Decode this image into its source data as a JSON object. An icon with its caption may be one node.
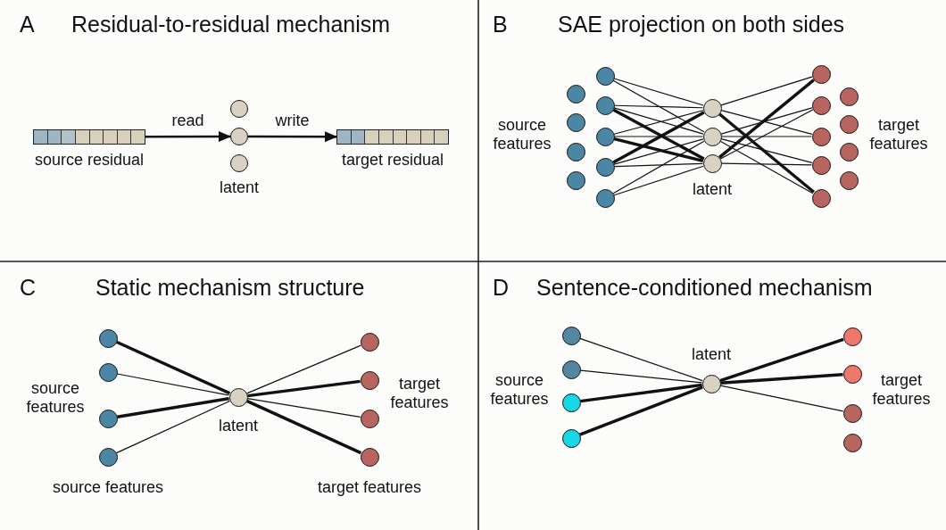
{
  "diagram": {
    "nodes": [
      {
        "text": [
          "A",
          "Residual-to-residual mechanism"
        ]
      },
      {
        "text": [],
        "shape": "bar",
        "beside": [
          "source residual"
        ],
        "in": 0
      },
      {
        "text": [],
        "shape": "circle",
        "in": 0
      },
      {
        "text": [],
        "shape": "circle",
        "in": 0
      },
      {
        "text": [],
        "shape": "circle",
        "in": 0
      },
      {
        "text": [],
        "shape": "bar",
        "beside": [
          "target residual"
        ],
        "in": 0
      },
      {
        "text": [
          "B",
          "SAE projection on both sides"
        ]
      },
      {
        "text": [],
        "shape": "circle",
        "in": 6
      },
      {
        "text": [],
        "shape": "circle",
        "in": 6
      },
      {
        "text": [],
        "shape": "circle",
        "in": 6
      },
      {
        "text": [],
        "shape": "circle",
        "in": 6
      },
      {
        "text": [],
        "shape": "circle",
        "in": 6
      },
      {
        "text": [],
        "shape": "circle",
        "in": 6
      },
      {
        "text": [],
        "shape": "circle",
        "in": 6
      },
      {
        "text": [],
        "shape": "circle",
        "in": 6
      },
      {
        "text": [],
        "shape": "circle",
        "in": 6
      },
      {
        "text": [],
        "shape": "circle",
        "in": 6
      },
      {
        "text": [],
        "shape": "circle",
        "in": 6
      },
      {
        "text": [],
        "shape": "circle",
        "in": 6
      },
      {
        "text": [],
        "shape": "circle",
        "in": 6
      },
      {
        "text": [],
        "shape": "circle",
        "in": 6
      },
      {
        "text": [],
        "shape": "circle",
        "in": 6
      },
      {
        "text": [],
        "shape": "circle",
        "in": 6
      },
      {
        "text": [],
        "shape": "circle",
        "in": 6
      },
      {
        "text": [],
        "shape": "circle",
        "in": 6
      },
      {
        "text": [],
        "shape": "circle",
        "in": 6
      },
      {
        "text": [],
        "shape": "circle",
        "in": 6
      },
      {
        "text": [],
        "shape": "circle",
        "in": 6
      },
      {
        "text": [
          "C",
          "Static mechanism structure"
        ]
      },
      {
        "text": [],
        "shape": "circle",
        "in": 28
      },
      {
        "text": [],
        "shape": "circle",
        "in": 28
      },
      {
        "text": [],
        "shape": "circle",
        "in": 28
      },
      {
        "text": [],
        "shape": "circle",
        "in": 28
      },
      {
        "text": [],
        "shape": "circle",
        "beside": [
          "latent"
        ],
        "in": 28
      },
      {
        "text": [],
        "shape": "circle",
        "in": 28
      },
      {
        "text": [],
        "shape": "circle",
        "in": 28
      },
      {
        "text": [],
        "shape": "circle",
        "in": 28
      },
      {
        "text": [],
        "shape": "circle",
        "in": 28
      },
      {
        "text": [
          "D",
          "Sentence-conditioned mechanism"
        ]
      },
      {
        "text": [],
        "shape": "circle",
        "in": 38
      },
      {
        "text": [],
        "shape": "circle",
        "in": 38
      },
      {
        "text": [],
        "shape": "circle",
        "in": 38
      },
      {
        "text": [],
        "shape": "circle",
        "in": 38
      },
      {
        "text": [],
        "shape": "circle",
        "beside": [
          "latent"
        ],
        "in": 38
      },
      {
        "text": [],
        "shape": "circle",
        "in": 38
      },
      {
        "text": [],
        "shape": "circle",
        "in": 38
      },
      {
        "text": [],
        "shape": "circle",
        "in": 38
      },
      {
        "text": [],
        "shape": "circle",
        "in": 38
      }
    ],
    "edges": [
      {
        "from": 1,
        "to": 3,
        "arrow": "to",
        "label": "read"
      },
      {
        "from": 3,
        "to": 5,
        "arrow": "to",
        "label": "write"
      },
      {
        "from": 11,
        "to": 16,
        "arrow": "none"
      },
      {
        "from": 11,
        "to": 17,
        "arrow": "none"
      },
      {
        "from": 12,
        "to": 16,
        "arrow": "none"
      },
      {
        "from": 12,
        "to": 17,
        "arrow": "none"
      },
      {
        "from": 12,
        "to": 18,
        "arrow": "none",
        "style": "thick"
      },
      {
        "from": 13,
        "to": 16,
        "arrow": "none"
      },
      {
        "from": 13,
        "to": 17,
        "arrow": "none"
      },
      {
        "from": 13,
        "to": 18,
        "arrow": "none",
        "style": "thick"
      },
      {
        "from": 14,
        "to": 16,
        "arrow": "none",
        "style": "thick"
      },
      {
        "from": 14,
        "to": 17,
        "arrow": "none"
      },
      {
        "from": 14,
        "to": 18,
        "arrow": "none"
      },
      {
        "from": 15,
        "to": 17,
        "arrow": "none"
      },
      {
        "from": 15,
        "to": 18,
        "arrow": "none"
      },
      {
        "from": 16,
        "to": 19,
        "arrow": "none"
      },
      {
        "from": 16,
        "to": 21,
        "arrow": "none"
      },
      {
        "from": 16,
        "to": 23,
        "arrow": "none",
        "style": "thick"
      },
      {
        "from": 17,
        "to": 20,
        "arrow": "none"
      },
      {
        "from": 17,
        "to": 21,
        "arrow": "none"
      },
      {
        "from": 17,
        "to": 22,
        "arrow": "none"
      },
      {
        "from": 17,
        "to": 23,
        "arrow": "none"
      },
      {
        "from": 18,
        "to": 19,
        "arrow": "none",
        "style": "thick"
      },
      {
        "from": 18,
        "to": 20,
        "arrow": "none"
      },
      {
        "from": 18,
        "to": 22,
        "arrow": "none"
      },
      {
        "from": 29,
        "to": 33,
        "arrow": "none",
        "style": "thick"
      },
      {
        "from": 30,
        "to": 33,
        "arrow": "none"
      },
      {
        "from": 31,
        "to": 33,
        "arrow": "none",
        "style": "thick"
      },
      {
        "from": 32,
        "to": 33,
        "arrow": "none"
      },
      {
        "from": 33,
        "to": 34,
        "arrow": "none"
      },
      {
        "from": 33,
        "to": 35,
        "arrow": "none",
        "style": "thick"
      },
      {
        "from": 33,
        "to": 36,
        "arrow": "none"
      },
      {
        "from": 33,
        "to": 37,
        "arrow": "none",
        "style": "thick"
      },
      {
        "from": 39,
        "to": 43,
        "arrow": "none"
      },
      {
        "from": 40,
        "to": 43,
        "arrow": "none"
      },
      {
        "from": 41,
        "to": 43,
        "arrow": "none",
        "style": "thick"
      },
      {
        "from": 42,
        "to": 43,
        "arrow": "none",
        "style": "thick"
      },
      {
        "from": 43,
        "to": 44,
        "arrow": "none",
        "style": "thick"
      },
      {
        "from": 43,
        "to": 45,
        "arrow": "none",
        "style": "thick"
      },
      {
        "from": 43,
        "to": 46,
        "arrow": "none"
      }
    ],
    "labels": [
      "latent",
      "source features",
      "target features",
      "latent",
      "source features",
      "target features",
      "source features",
      "target features",
      "source features",
      "target features"
    ]
  }
}
